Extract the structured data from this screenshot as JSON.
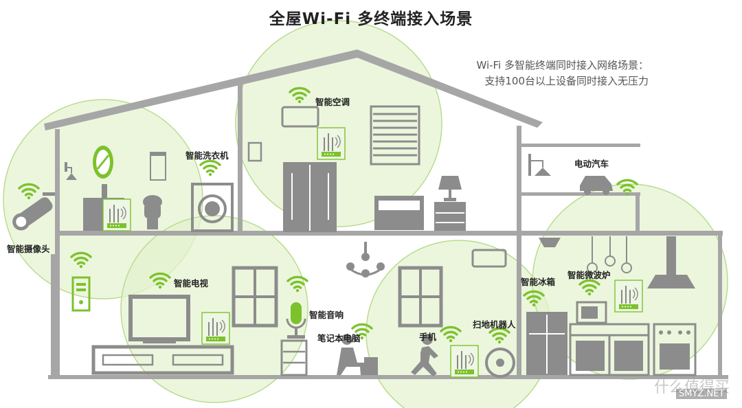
{
  "title": "全屋Wi-Fi 多终端接入场景",
  "description": {
    "line1": "Wi-Fi 多智能终端同时接入网络场景：",
    "line2": "支持100台以上设备同时接入无压力"
  },
  "devices": {
    "air_conditioner": "智能空调",
    "washer": "智能洗衣机",
    "ev": "电动汽车",
    "camera": "智能摄像头",
    "tv": "智能电视",
    "speaker": "智能音响",
    "laptop": "笔记本电脑",
    "phone": "手机",
    "robot": "扫地机器人",
    "fridge": "智能冰箱",
    "microwave": "智能微波炉"
  },
  "colors": {
    "wifi_green": "#7cc22c",
    "coverage_fill": "#e4f2cf",
    "house_gray": "#9a9a9a",
    "furniture_gray": "#8a8a8a"
  },
  "watermark": {
    "text1": "什么值得买",
    "text2": "SMYZ.NET"
  }
}
